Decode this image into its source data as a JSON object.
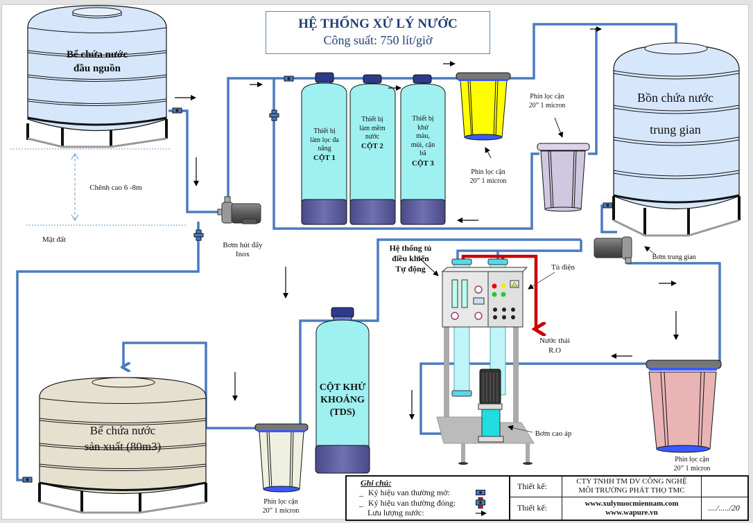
{
  "title": {
    "main": "HỆ THỐNG XỬ LÝ NƯỚC",
    "capacity": "Công suất: 750 lít/giờ"
  },
  "colors": {
    "pipe": "#4a7bbf",
    "waste_pipe": "#cc0000",
    "title_text": "#1f3f74",
    "source_tank": "#d6e6fb",
    "intermediate_tank": "#d6e6fb",
    "production_tank": "#e6e1cf",
    "filter_column": "#9ff0f0",
    "column_base": "#5c5c9a",
    "yellow_filter": "#ffff00",
    "purple_filter": "#d0c8e0",
    "pink_filter": "#e8b4b4",
    "clear_filter": "#eef0e0"
  },
  "tanks": {
    "source": {
      "line1": "Bể chứa nước",
      "line2": "đầu nguồn"
    },
    "intermediate": {
      "line1": "Bồn chứa nước",
      "line2": "trung gian"
    },
    "production": {
      "line1": "Bể chứa nước",
      "line2": "sản xuất (80m3)"
    }
  },
  "height_diff": "Chênh cao 6 -8m",
  "ground_label": "Mặt đất",
  "pumps": {
    "suction": {
      "line1": "Bơm hút đẩy",
      "line2": "Inox"
    },
    "intermediate": "Bơm trung gian",
    "high_pressure": "Bơm cao áp"
  },
  "columns": [
    {
      "lines": [
        "Thiết bị",
        "làm lọc đa",
        "năng"
      ],
      "name": "CỘT 1"
    },
    {
      "lines": [
        "Thiết bị",
        "làm mềm",
        "nước"
      ],
      "name": "CỘT 2"
    },
    {
      "lines": [
        "Thiết bị",
        "khử",
        "màu,",
        "mùi, cặn",
        "bã"
      ],
      "name": "CỘT 3"
    }
  ],
  "demineral_column": {
    "line1": "CỘT KHỬ",
    "line2": "KHOÁNG",
    "line3": "(TDS)"
  },
  "cartridge_filters": [
    {
      "line1": "Phin lọc cặn",
      "line2": "20” 1 micron"
    },
    {
      "line1": "Phin lọc cặn",
      "line2": "20” 1 micron"
    },
    {
      "line1": "Phin lọc cặn",
      "line2": "20” 1 micron"
    },
    {
      "line1": "Phin lọc cặn",
      "line2": "20” 1 micron"
    }
  ],
  "ro_system": {
    "control_label": {
      "line1": "Hệ thống tủ",
      "line2": "điều khiển",
      "line3": "Tự động"
    },
    "cabinet_label": "Tủ điện",
    "waste_label": {
      "line1": "Nước thải",
      "line2": "R.O"
    }
  },
  "legend": {
    "heading": "Ghi chú:",
    "items": [
      {
        "bullet": "_",
        "label": "Ký hiệu van thường mở:",
        "icon": "valve-open-icon"
      },
      {
        "bullet": "_",
        "label": "Ký hiệu van thường đóng:",
        "icon": "valve-closed-icon"
      },
      {
        "bullet": "",
        "label": "Lưu lượng nước:",
        "icon": "flow-arrow-icon"
      }
    ],
    "designer_label_1": "Thiết kế:",
    "designer_label_2": "Thiết kế:",
    "company_line1": "CTY TNHH TM DV CÔNG NGHỆ",
    "company_line2": "MÔI TRƯỜNG PHÁT THỌ TMC",
    "website1": "www.xulynuocmiennam.com",
    "website2": "www.wapure.vn",
    "date": "..../...../20"
  }
}
